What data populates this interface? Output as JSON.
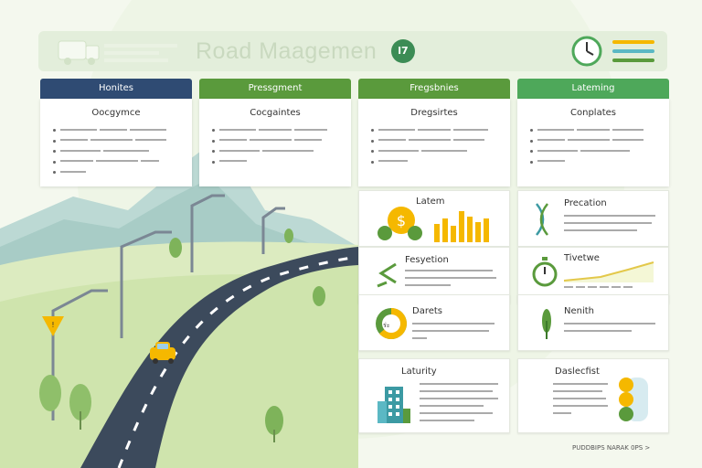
{
  "header": {
    "title": "Road Maagemen",
    "badge": "l7",
    "icons": [
      "truck-icon",
      "clock-icon",
      "menu-lines-icon"
    ]
  },
  "columns": [
    {
      "head": "Honites",
      "color": "#2f4b73",
      "title": "Oocgymce",
      "items": [
        "",
        "",
        "",
        "",
        ""
      ]
    },
    {
      "head": "Pressgment",
      "color": "#5a9a3c",
      "title": "Cocgaintes",
      "items": [
        "",
        "",
        "",
        ""
      ]
    },
    {
      "head": "Fregsbnies",
      "color": "#5a9a3c",
      "title": "Dregsirtes",
      "items": [
        "",
        "",
        "",
        ""
      ]
    },
    {
      "head": "Lateming",
      "color": "#4ea85a",
      "title": "Conplates",
      "items": [
        "",
        "",
        "",
        ""
      ]
    }
  ],
  "panels": {
    "latem": {
      "title": "Latem",
      "icon": "coin-icon"
    },
    "precation": {
      "title": "Precation",
      "icon": "crossing-arrows-icon"
    },
    "fesyetion": {
      "title": "Fesyetion",
      "icon": "chevron-arrows-icon"
    },
    "tivetwe": {
      "title": "Tivetwe",
      "icon": "stopwatch-icon"
    },
    "darets": {
      "title": "Darets",
      "icon": "pie-icon",
      "value": "ร่ะ"
    },
    "nenth": {
      "title": "Nenith",
      "icon": "leaf-icon"
    },
    "laturity": {
      "title": "Laturity",
      "icon": "building-icon"
    },
    "daslect": {
      "title": "Daslecfist",
      "icon": "hexagon-icon"
    }
  },
  "footer": {
    "link": "PUDDBIPS NARAK 0PS >"
  },
  "colors": {
    "navy": "#2f4b73",
    "green": "#5a9a3c",
    "road": "#3c4a5c",
    "yellow": "#f5b800"
  }
}
